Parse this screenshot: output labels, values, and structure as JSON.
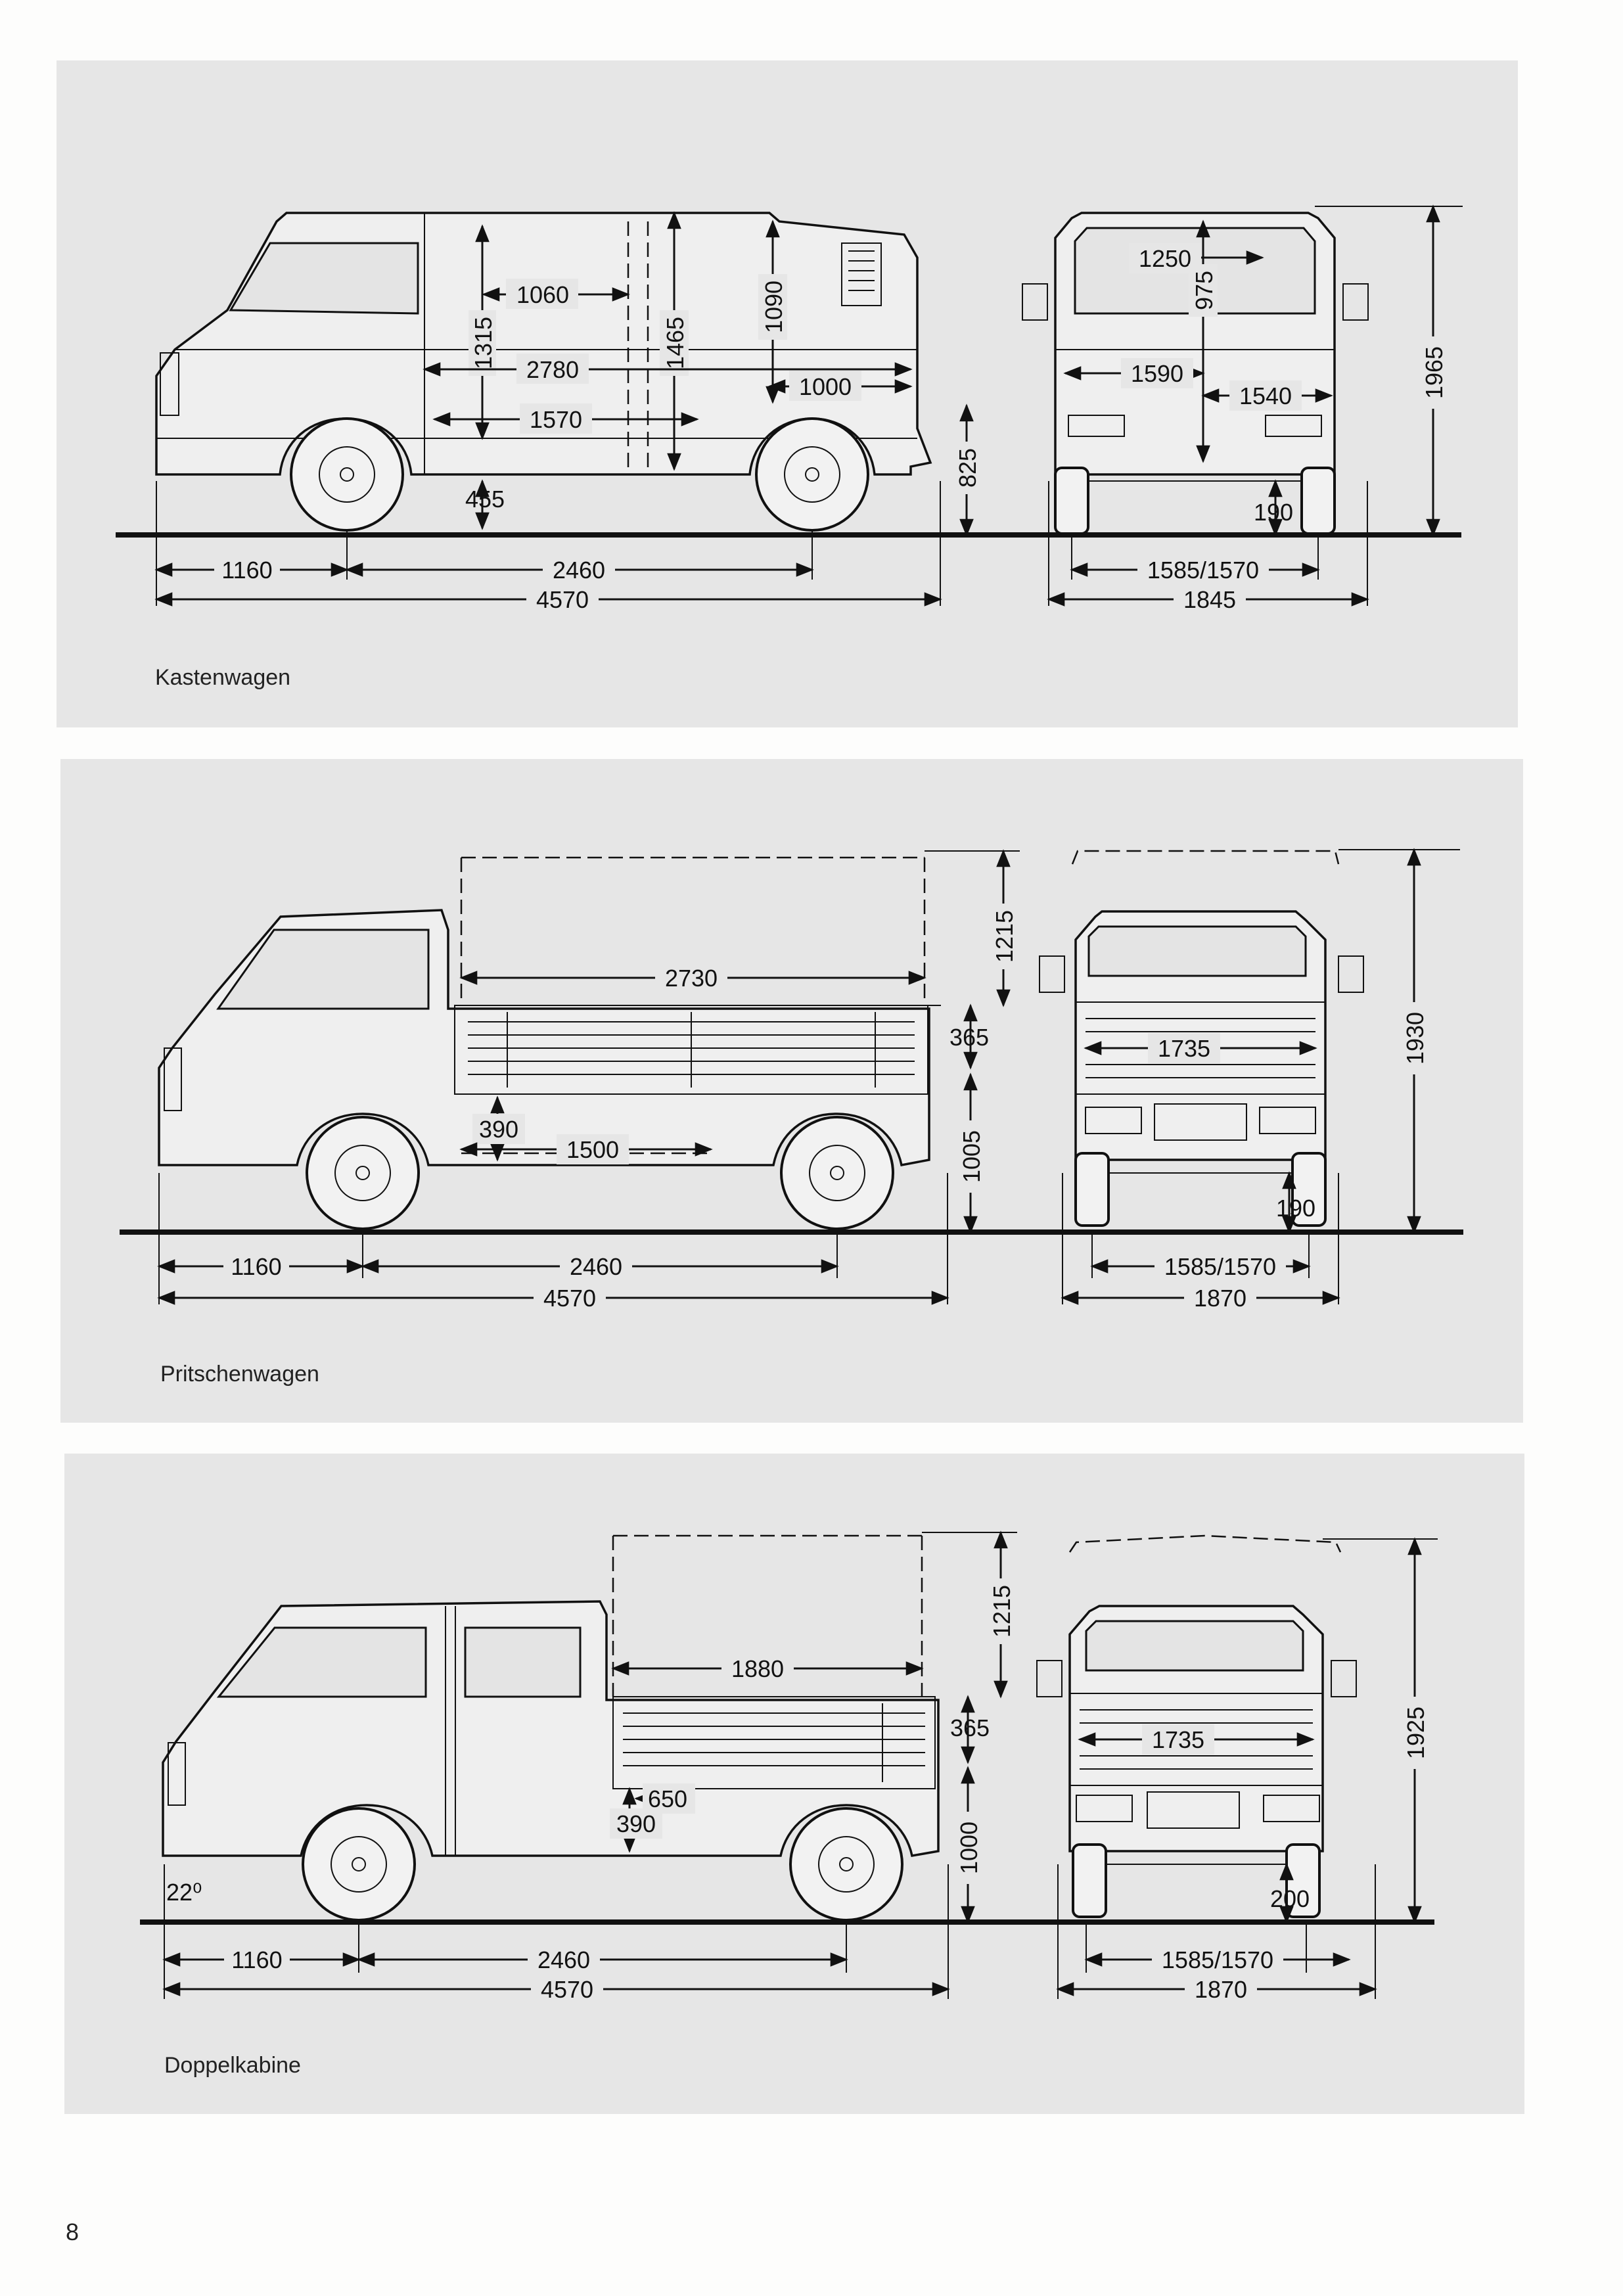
{
  "page_number": "8",
  "panels": {
    "kastenwagen": {
      "caption": "Kastenwagen",
      "side": {
        "d1060": "1060",
        "d1315": "1315",
        "d1465": "1465",
        "d1090": "1090",
        "d2780": "2780",
        "d1000": "1000",
        "d1570": "1570",
        "d455": "455",
        "d825": "825",
        "d1160": "1160",
        "d2460": "2460",
        "d4570": "4570"
      },
      "rear": {
        "d1250": "1250",
        "d975": "975",
        "d1590": "1590",
        "d1540": "1540",
        "d1965": "1965",
        "d190": "190",
        "d1585": "1585/1570",
        "d1845": "1845"
      }
    },
    "pritschenwagen": {
      "caption": "Pritschenwagen",
      "side": {
        "d2730": "2730",
        "d1215": "1215",
        "d365": "365",
        "d390": "390",
        "d1500": "1500",
        "d1005": "1005",
        "d1160": "1160",
        "d2460": "2460",
        "d4570": "4570"
      },
      "rear": {
        "d1735": "1735",
        "d1930": "1930",
        "d190": "190",
        "d1585": "1585/1570",
        "d1870": "1870"
      }
    },
    "doppelkabine": {
      "caption": "Doppelkabine",
      "side": {
        "d1880": "1880",
        "d1215": "1215",
        "d365": "365",
        "d650": "650",
        "d390": "390",
        "d1000": "1000",
        "d22": "22⁰",
        "d1160": "1160",
        "d2460": "2460",
        "d4570": "4570"
      },
      "rear": {
        "d1735": "1735",
        "d1925": "1925",
        "d200": "200",
        "d1585": "1585/1570",
        "d1870": "1870"
      }
    }
  }
}
